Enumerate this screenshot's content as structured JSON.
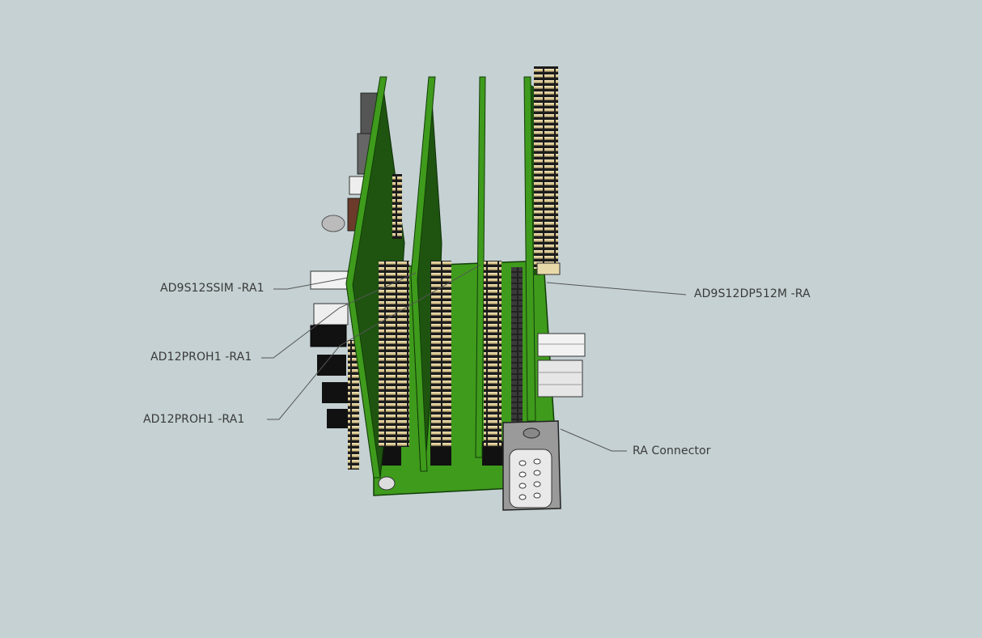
{
  "labels": {
    "ssim": "AD9S12SSIM -RA1",
    "proh1_a": "AD12PROH1 -RA1",
    "proh1_b": "AD12PROH1 -RA1",
    "dp512m": "AD9S12DP512M -RA",
    "ra_connector": "RA Connector"
  },
  "colors": {
    "background": "#c5d1d3",
    "pcb_light": "#3f9b1c",
    "pcb_dark": "#1e5410",
    "pin_gold": "#d9c58c",
    "header_black": "#1c1c1c"
  }
}
